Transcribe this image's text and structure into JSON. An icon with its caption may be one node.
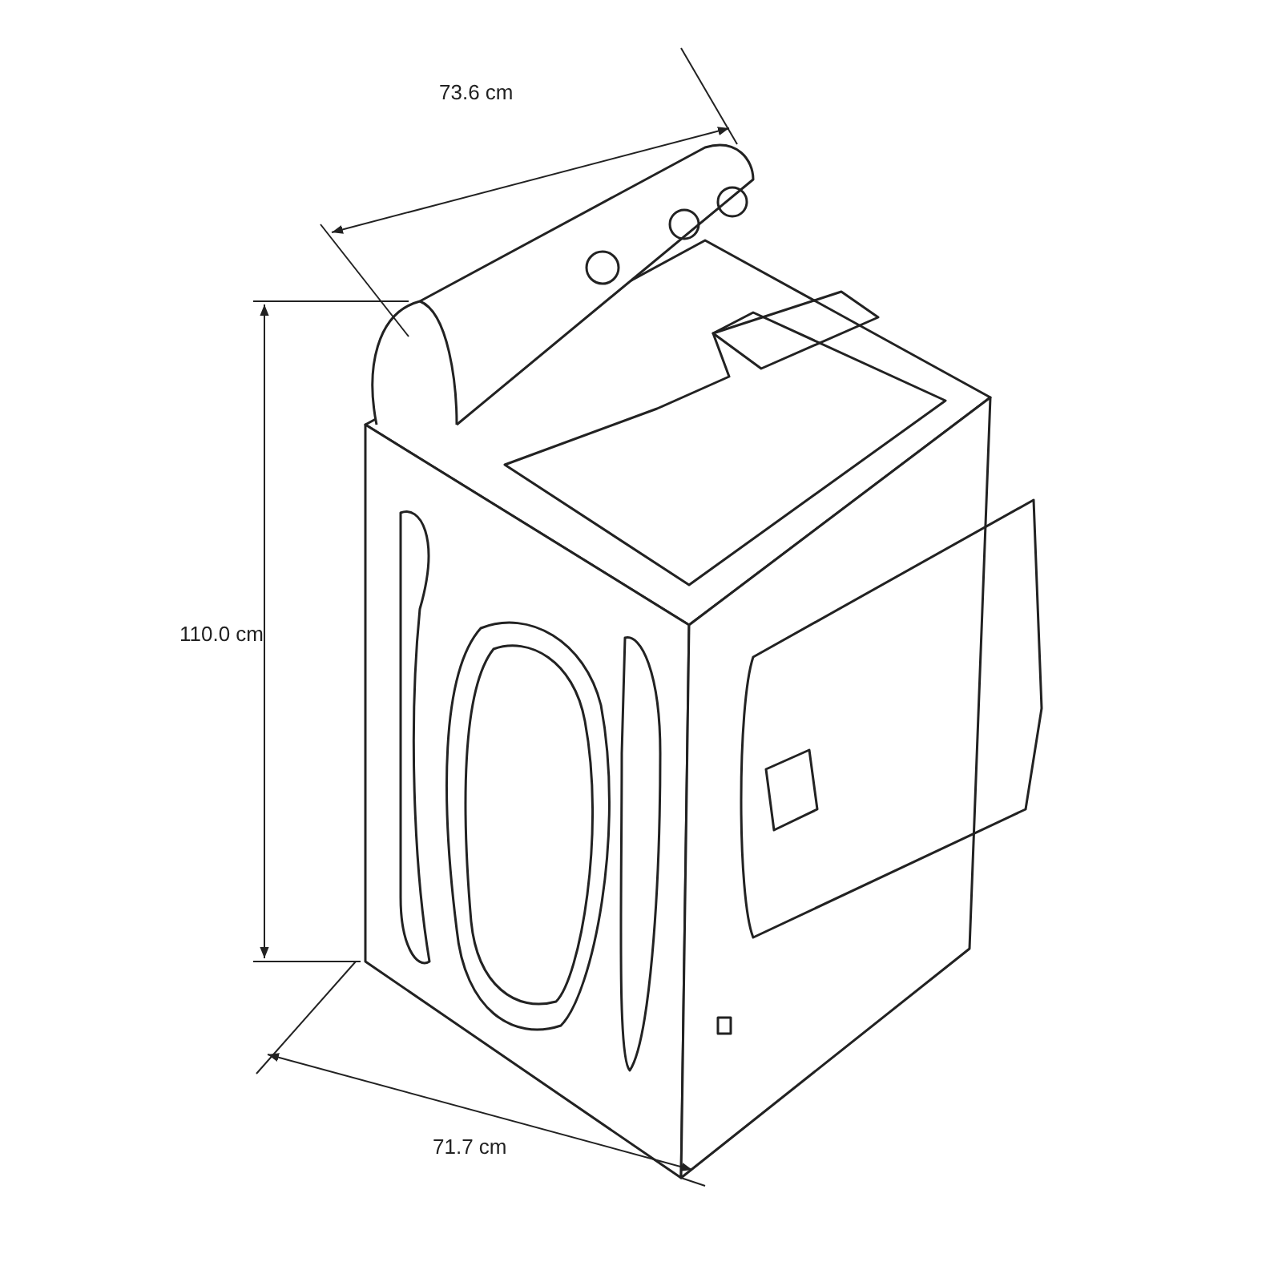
{
  "diagram": {
    "labels": [
      "73.6 cm",
      "110.0 cm",
      "71.7 cm"
    ]
  }
}
